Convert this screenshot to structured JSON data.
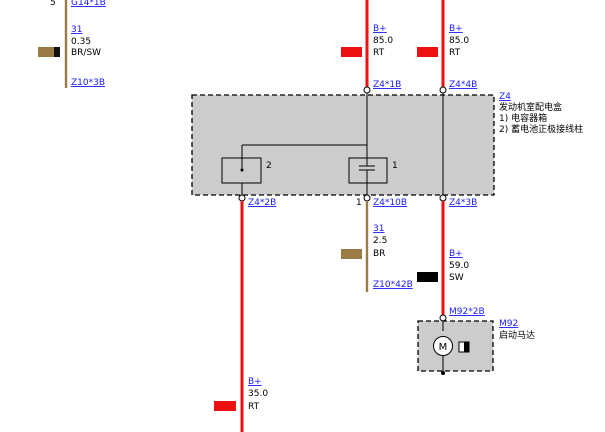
{
  "colors": {
    "red_wire": "#ee1111",
    "brown_wire": "#9a7a45",
    "black_wire": "#000000",
    "module_fill": "#cccccc",
    "link": "#1a1aff"
  },
  "top_left_wire": {
    "pin": "5",
    "connector_top": "G14*1B",
    "wire_no": "31",
    "cross_section": "0.35",
    "color_code": "BR/SW",
    "connector_bottom": "Z10*3B"
  },
  "wire_mid_top": {
    "signal": "B+",
    "cross_section": "85.0",
    "color_code": "RT",
    "connector": "Z4*1B"
  },
  "wire_right_top": {
    "signal": "B+",
    "cross_section": "85.0",
    "color_code": "RT",
    "connector": "Z4*4B"
  },
  "module_z4": {
    "id": "Z4",
    "title": "发动机室配电盒",
    "items": [
      "1)   电容器箱",
      "2)   蓄电池正极接线柱"
    ],
    "inner_pin_left": "2",
    "inner_pin_right": "1"
  },
  "wire_left_bottom": {
    "connector": "Z4*2B",
    "signal": "B+",
    "cross_section": "35.0",
    "color_code": "RT"
  },
  "wire_mid_bottom": {
    "pin": "1",
    "connector_top": "Z4*10B",
    "wire_no": "31",
    "cross_section": "2.5",
    "color_code": "BR",
    "connector_bottom": "Z10*42B"
  },
  "wire_right_bottom": {
    "connector_top": "Z4*3B",
    "signal": "B+",
    "cross_section": "59.0",
    "color_code": "SW",
    "connector_bottom": "M92*2B"
  },
  "starter_m92": {
    "id": "M92",
    "name": "启动马达",
    "motor_symbol": "M"
  }
}
